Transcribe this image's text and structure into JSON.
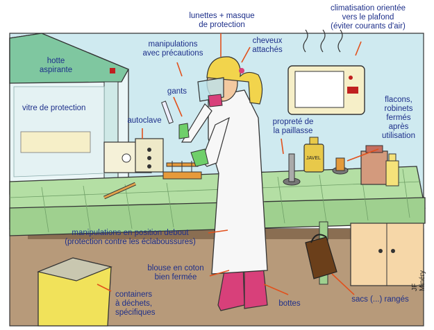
{
  "labels": {
    "lunettes": "lunettes + masque\nde protection",
    "climatisation": "climatisation orientée\nvers le plafond\n(éviter courants d'air)",
    "hotte": "hotte\naspirante",
    "manipulations_precautions": "manipulations\navec précautions",
    "cheveux": "cheveux\nattachés",
    "vitre": "vitre de protection",
    "gants": "gants",
    "flacons": "flacons,\nrobinets\nfermés\naprès\nutilisation",
    "autoclave": "autoclave",
    "proprete": "propreté de\nla paillasse",
    "debout": "manipulations en position debout\n(protection contre les éclaboussures)",
    "blouse": "blouse en coton\nbien fermée",
    "containers": "containers\nà déchets,\nspécifiques",
    "bottes": "bottes",
    "sacs": "sacs (...) rangés"
  },
  "bottle_label": "JAVEL",
  "signature": "JF Minéry",
  "colors": {
    "wall": "#cfeaf0",
    "bench": "#b4dfa4",
    "floor": "#b79a7a",
    "hood": "#7fc7a0",
    "label_text": "#1d2f8a",
    "leader": "#e2501b"
  }
}
